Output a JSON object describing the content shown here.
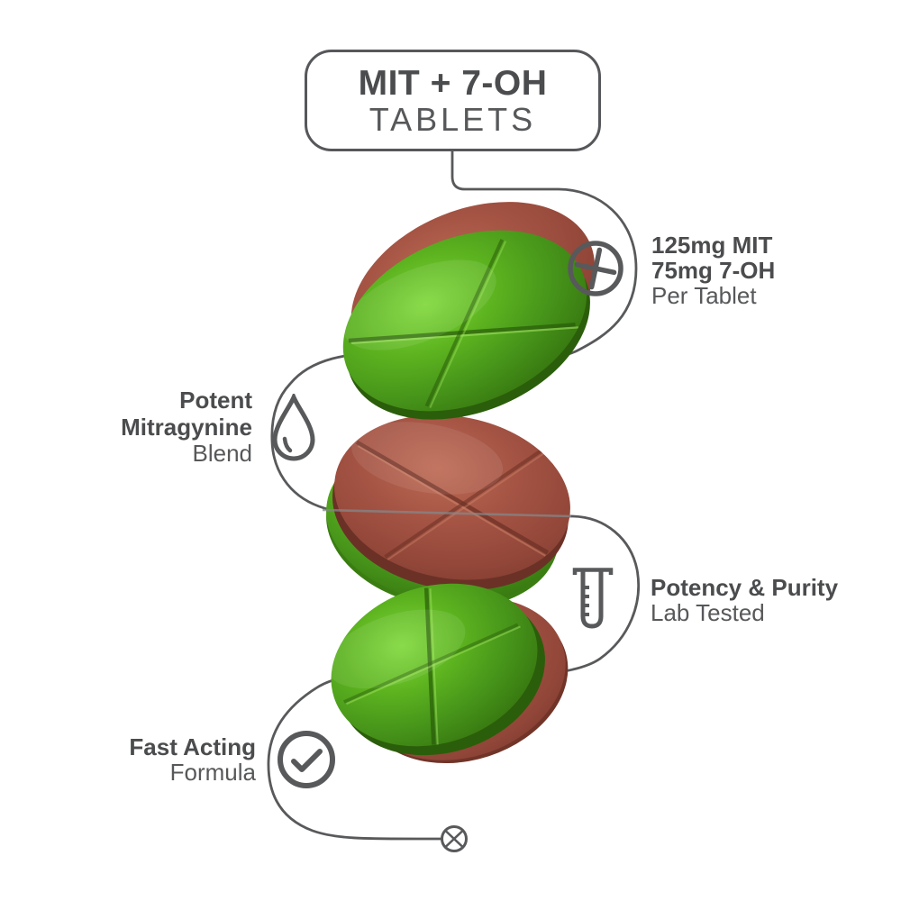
{
  "title": {
    "line1": "MIT + 7-OH",
    "line2": "TABLETS"
  },
  "callouts": {
    "dosage": {
      "icon": "plus-circle-icon",
      "bold1": "125mg MIT",
      "bold2": "75mg 7-OH",
      "regular": "Per Tablet"
    },
    "blend": {
      "icon": "droplet-icon",
      "bold1": "Potent",
      "bold2": "Mitragynine",
      "regular": "Blend"
    },
    "lab": {
      "icon": "test-tube-icon",
      "bold1": "Potency & Purity",
      "regular": "Lab Tested"
    },
    "fast": {
      "icon": "check-circle-icon",
      "bold1": "Fast Acting",
      "regular": "Formula"
    }
  },
  "illustration": {
    "description": "Three bilayer round tablets (bright green + reddish brown) stacked diagonally, each face with an X score line, linked by a flowing gray connector line ending in a small crossed circle",
    "tablet_count": 3
  },
  "colors": {
    "background": "#ffffff",
    "line": "#58595b",
    "text_bold": "#4b4c4e",
    "text_regular": "#57585a",
    "tablet_green": "#55a81b",
    "tablet_red": "#a35243"
  }
}
